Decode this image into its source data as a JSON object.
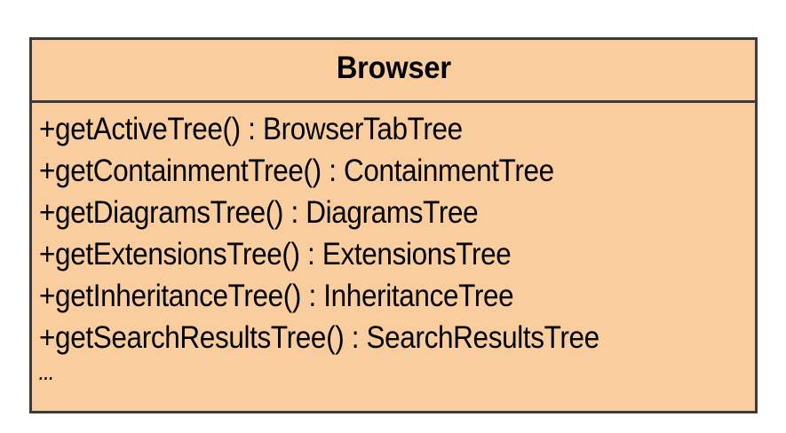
{
  "diagram": {
    "type": "uml-class-diagram",
    "notation": "UML",
    "background_color": "#FFFFFF"
  },
  "class_box": {
    "name": "Browser",
    "fill_color": "#FACD9E",
    "border_color": "#3A3A3F",
    "text_color": "#000000",
    "attributes": [],
    "operations": [
      {
        "visibility": "+",
        "signature": "+getActiveTree() : BrowserTabTree",
        "name": "getActiveTree",
        "return_type": "BrowserTabTree"
      },
      {
        "visibility": "+",
        "signature": "+getContainmentTree() : ContainmentTree",
        "name": "getContainmentTree",
        "return_type": "ContainmentTree"
      },
      {
        "visibility": "+",
        "signature": "+getDiagramsTree() : DiagramsTree",
        "name": "getDiagramsTree",
        "return_type": "DiagramsTree"
      },
      {
        "visibility": "+",
        "signature": "+getExtensionsTree() : ExtensionsTree",
        "name": "getExtensionsTree",
        "return_type": "ExtensionsTree"
      },
      {
        "visibility": "+",
        "signature": "+getInheritanceTree() : InheritanceTree",
        "name": "getInheritanceTree",
        "return_type": "InheritanceTree"
      },
      {
        "visibility": "+",
        "signature": "+getSearchResultsTree() : SearchResultsTree",
        "name": "getSearchResultsTree",
        "return_type": "SearchResultsTree"
      }
    ],
    "continuation_marker": "..."
  }
}
